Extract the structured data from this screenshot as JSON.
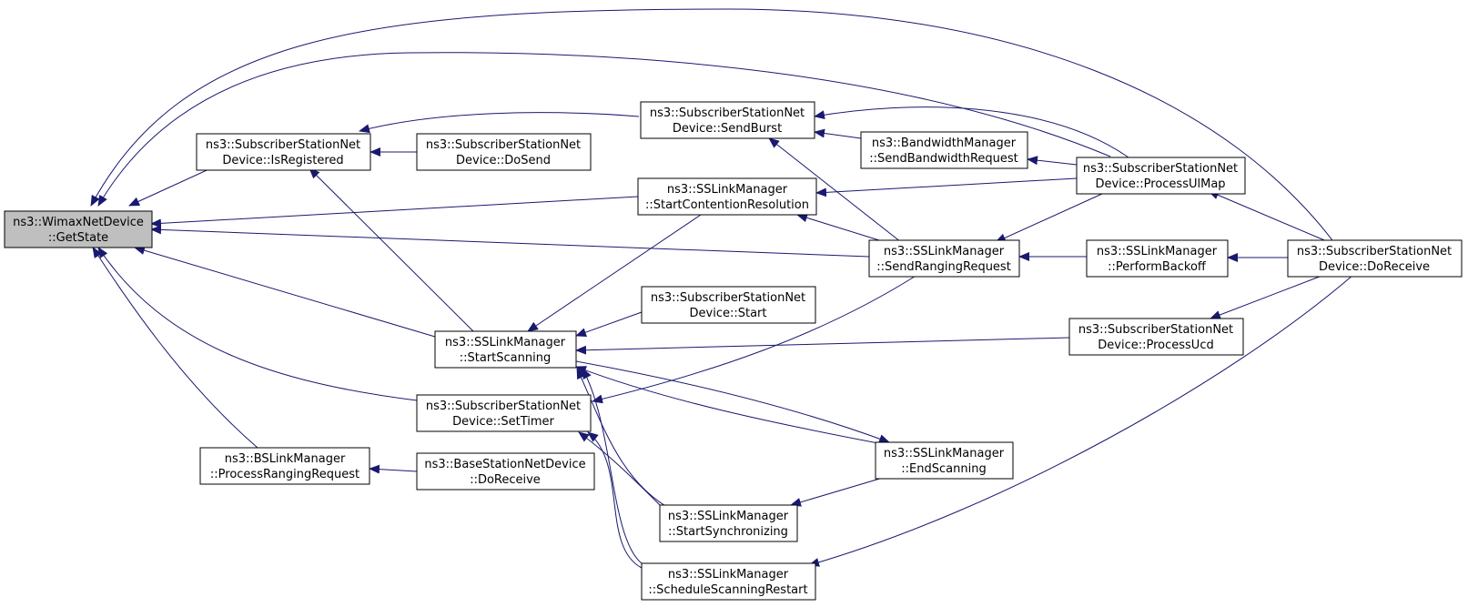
{
  "colors": {
    "edge": "#191970",
    "node_border": "#000000",
    "root_fill": "#bfbfbf",
    "node_fill": "#ffffff"
  },
  "nodes": {
    "getstate": [
      "ns3::WimaxNetDevice",
      "::GetState"
    ],
    "isregistered": [
      "ns3::SubscriberStationNet",
      "Device::IsRegistered"
    ],
    "dosend": [
      "ns3::SubscriberStationNet",
      "Device::DoSend"
    ],
    "sendburst": [
      "ns3::SubscriberStationNet",
      "Device::SendBurst"
    ],
    "sendbwreq": [
      "ns3::BandwidthManager",
      "::SendBandwidthRequest"
    ],
    "processulmap": [
      "ns3::SubscriberStationNet",
      "Device::ProcessUlMap"
    ],
    "startcontention": [
      "ns3::SSLinkManager",
      "::StartContentionResolution"
    ],
    "sendranging": [
      "ns3::SSLinkManager",
      "::SendRangingRequest"
    ],
    "performbackoff": [
      "ns3::SSLinkManager",
      "::PerformBackoff"
    ],
    "ssdoreceive": [
      "ns3::SubscriberStationNet",
      "Device::DoReceive"
    ],
    "ssstart": [
      "ns3::SubscriberStationNet",
      "Device::Start"
    ],
    "startscanning": [
      "ns3::SSLinkManager",
      "::StartScanning"
    ],
    "processucd": [
      "ns3::SubscriberStationNet",
      "Device::ProcessUcd"
    ],
    "settimer": [
      "ns3::SubscriberStationNet",
      "Device::SetTimer"
    ],
    "endscanning": [
      "ns3::SSLinkManager",
      "::EndScanning"
    ],
    "processranging": [
      "ns3::BSLinkManager",
      "::ProcessRangingRequest"
    ],
    "bsdoreceive": [
      "ns3::BaseStationNetDevice",
      "::DoReceive"
    ],
    "startsync": [
      "ns3::SSLinkManager",
      "::StartSynchronizing"
    ],
    "schedulerestart": [
      "ns3::SSLinkManager",
      "::ScheduleScanningRestart"
    ]
  }
}
